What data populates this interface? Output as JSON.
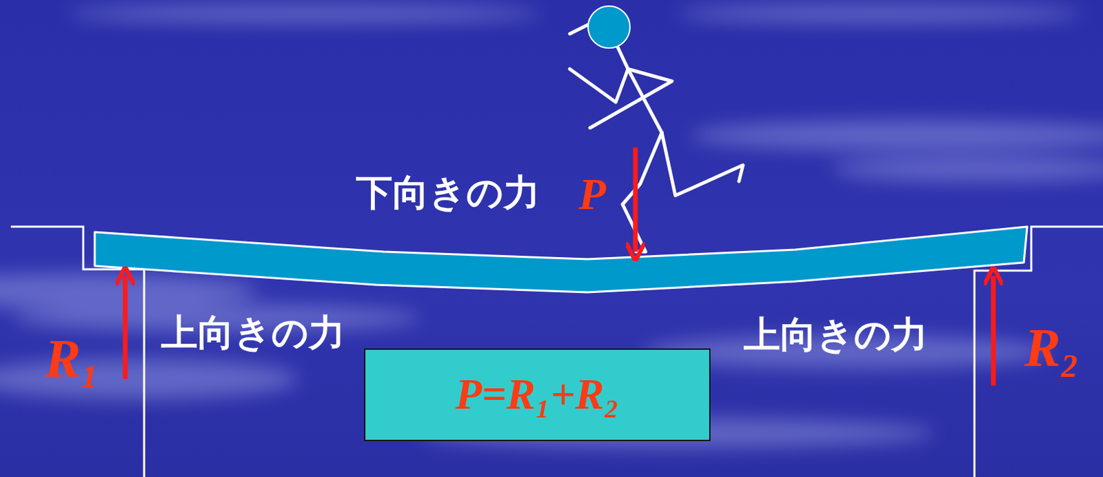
{
  "diagram": {
    "nodes": [
      {
        "text": [
          "P=R₁+R₂"
        ]
      }
    ],
    "labels": [
      "下向きの力",
      "P",
      "上向きの力",
      "R₁",
      "上向きの力",
      "R₂"
    ]
  }
}
